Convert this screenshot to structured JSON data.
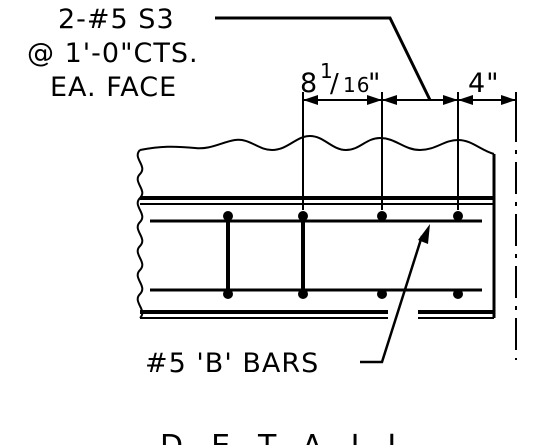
{
  "labels": {
    "callout_line1": "2-#5 S3",
    "callout_line2": "@ 1'-0\"CTS.",
    "callout_line3": "EA. FACE",
    "dim_8_whole": "8",
    "dim_8_num": "1",
    "dim_8_den": "16",
    "dim_8_suffix": "\"",
    "dim_4": "4\"",
    "bars_label": "#5 'B' BARS",
    "detail_title": "DETAIL"
  }
}
